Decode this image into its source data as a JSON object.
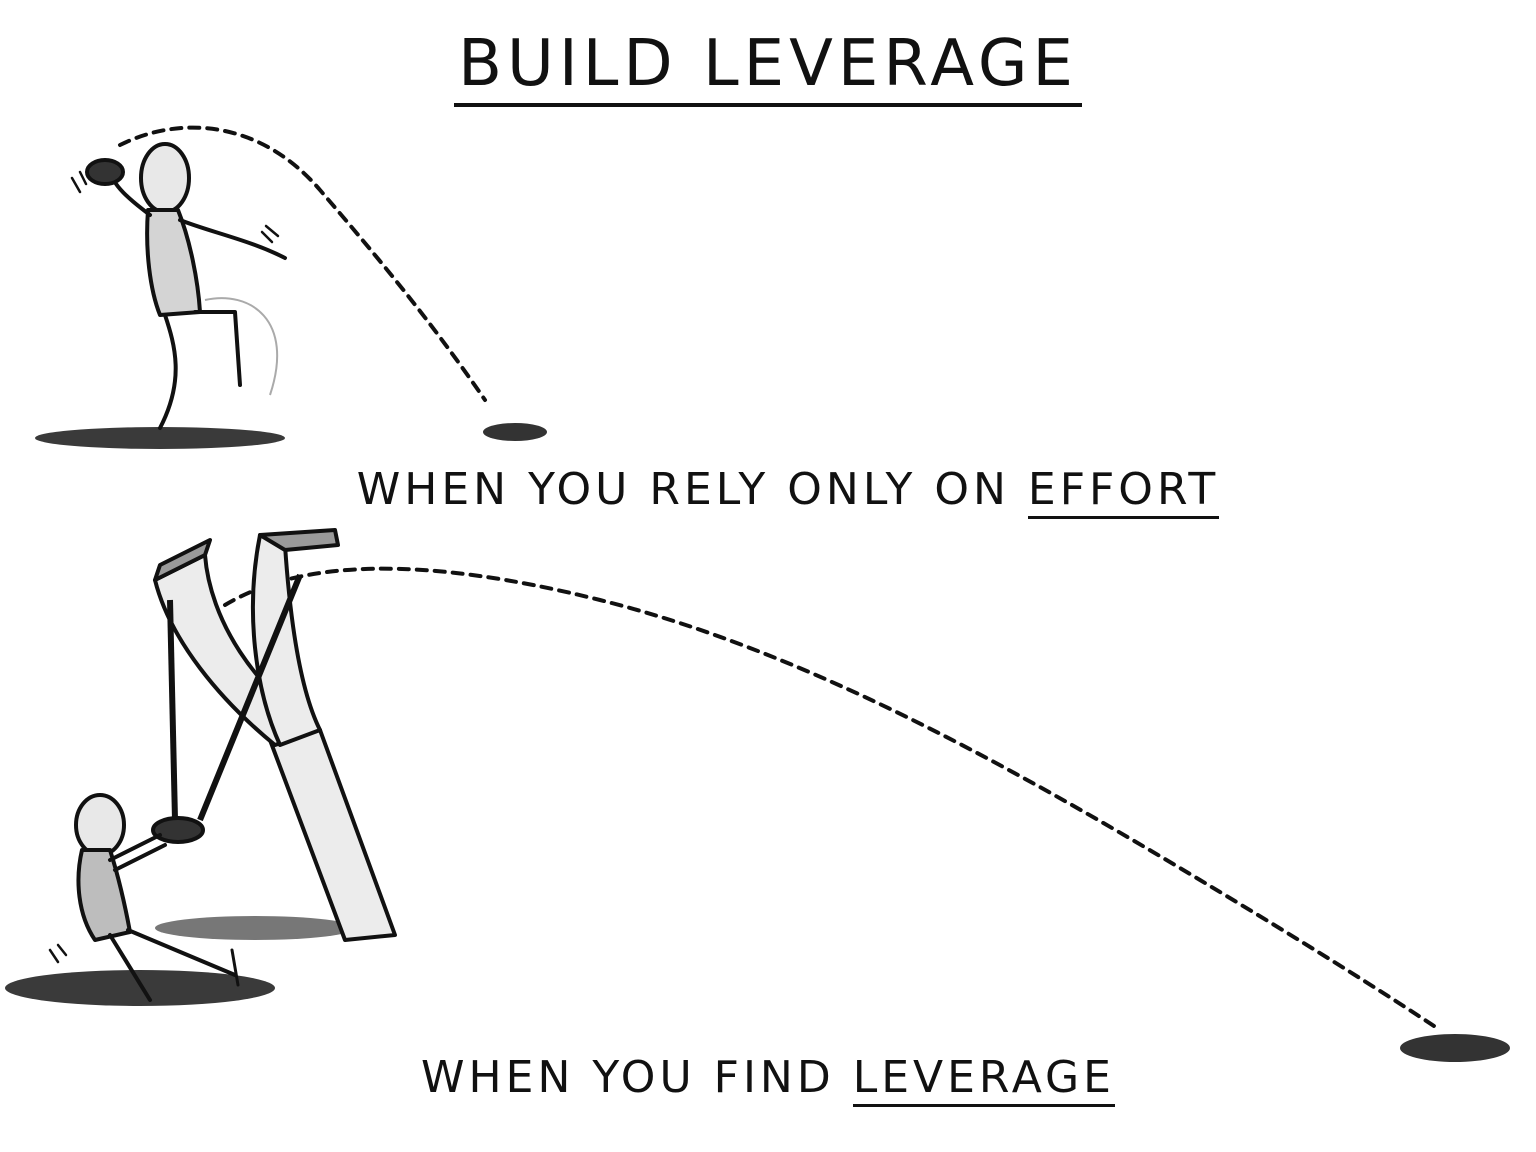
{
  "title": "BUILD LEVERAGE",
  "scene_effort": {
    "caption_prefix": "WHEN YOU RELY ONLY ON ",
    "caption_emphasis": "EFFORT"
  },
  "scene_leverage": {
    "caption_prefix": "WHEN YOU FIND ",
    "caption_emphasis": "LEVERAGE"
  },
  "colors": {
    "ink": "#111111",
    "shadow": "#3a3a3a",
    "fill_light": "#ececec",
    "fill_mid": "#9a9a9a",
    "background": "#ffffff"
  }
}
